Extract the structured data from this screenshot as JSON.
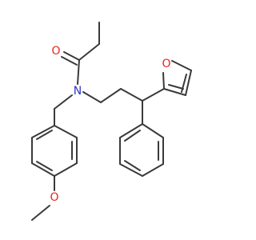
{
  "diagram": {
    "type": "chemical-structure",
    "colors": {
      "bond": "#3a3a3a",
      "oxygen": "#e8241b",
      "nitrogen": "#2f36c8",
      "background": "#ffffff"
    },
    "atom_labels": {
      "carbonyl_oxygen": "O",
      "amide_nitrogen": "N",
      "furan_oxygen": "O",
      "methoxy_oxygen": "O"
    }
  }
}
